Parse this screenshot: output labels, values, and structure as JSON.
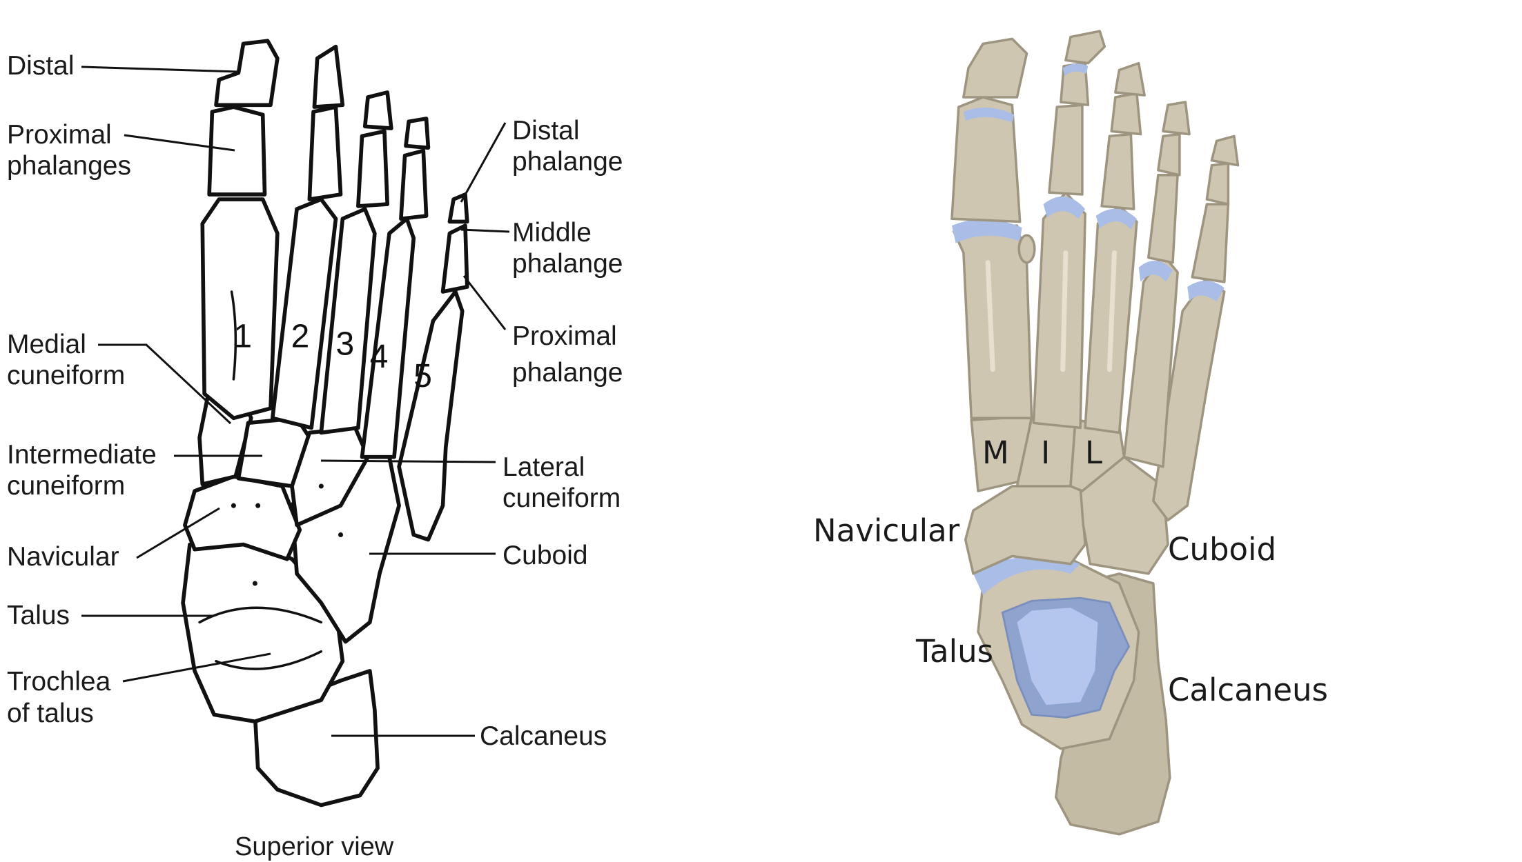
{
  "left_figure": {
    "labels": {
      "distal": "Distal",
      "proximal_phalanges_1": "Proximal",
      "proximal_phalanges_2": "phalanges",
      "medial_cuneiform_1": "Medial",
      "medial_cuneiform_2": "cuneiform",
      "intermediate_cuneiform_1": "Intermediate",
      "intermediate_cuneiform_2": "cuneiform",
      "navicular": "Navicular",
      "talus": "Talus",
      "trochlea_1": "Trochlea",
      "trochlea_2": "of talus",
      "distal_phalange_1": "Distal",
      "distal_phalange_2": "phalange",
      "middle_phalange_1": "Middle",
      "middle_phalange_2": "phalange",
      "proximal_phalange_1": "Proximal",
      "proximal_phalange_2": "phalange",
      "lateral_cuneiform_1": "Lateral",
      "lateral_cuneiform_2": "cuneiform",
      "cuboid": "Cuboid",
      "calcaneus": "Calcaneus"
    },
    "metatarsal_numbers": [
      "1",
      "2",
      "3",
      "4",
      "5"
    ],
    "caption": "Superior view"
  },
  "right_figure": {
    "labels": {
      "navicular": "Navicular",
      "cuboid": "Cuboid",
      "talus": "Talus",
      "calcaneus": "Calcaneus"
    },
    "cuneiform_letters": [
      "M",
      "I",
      "L"
    ],
    "colors": {
      "bone": "#cfc6b1",
      "bone_outline": "#9e9580",
      "cartilage": "#a9bde6",
      "talus_surface": "#8fa3cf"
    }
  }
}
